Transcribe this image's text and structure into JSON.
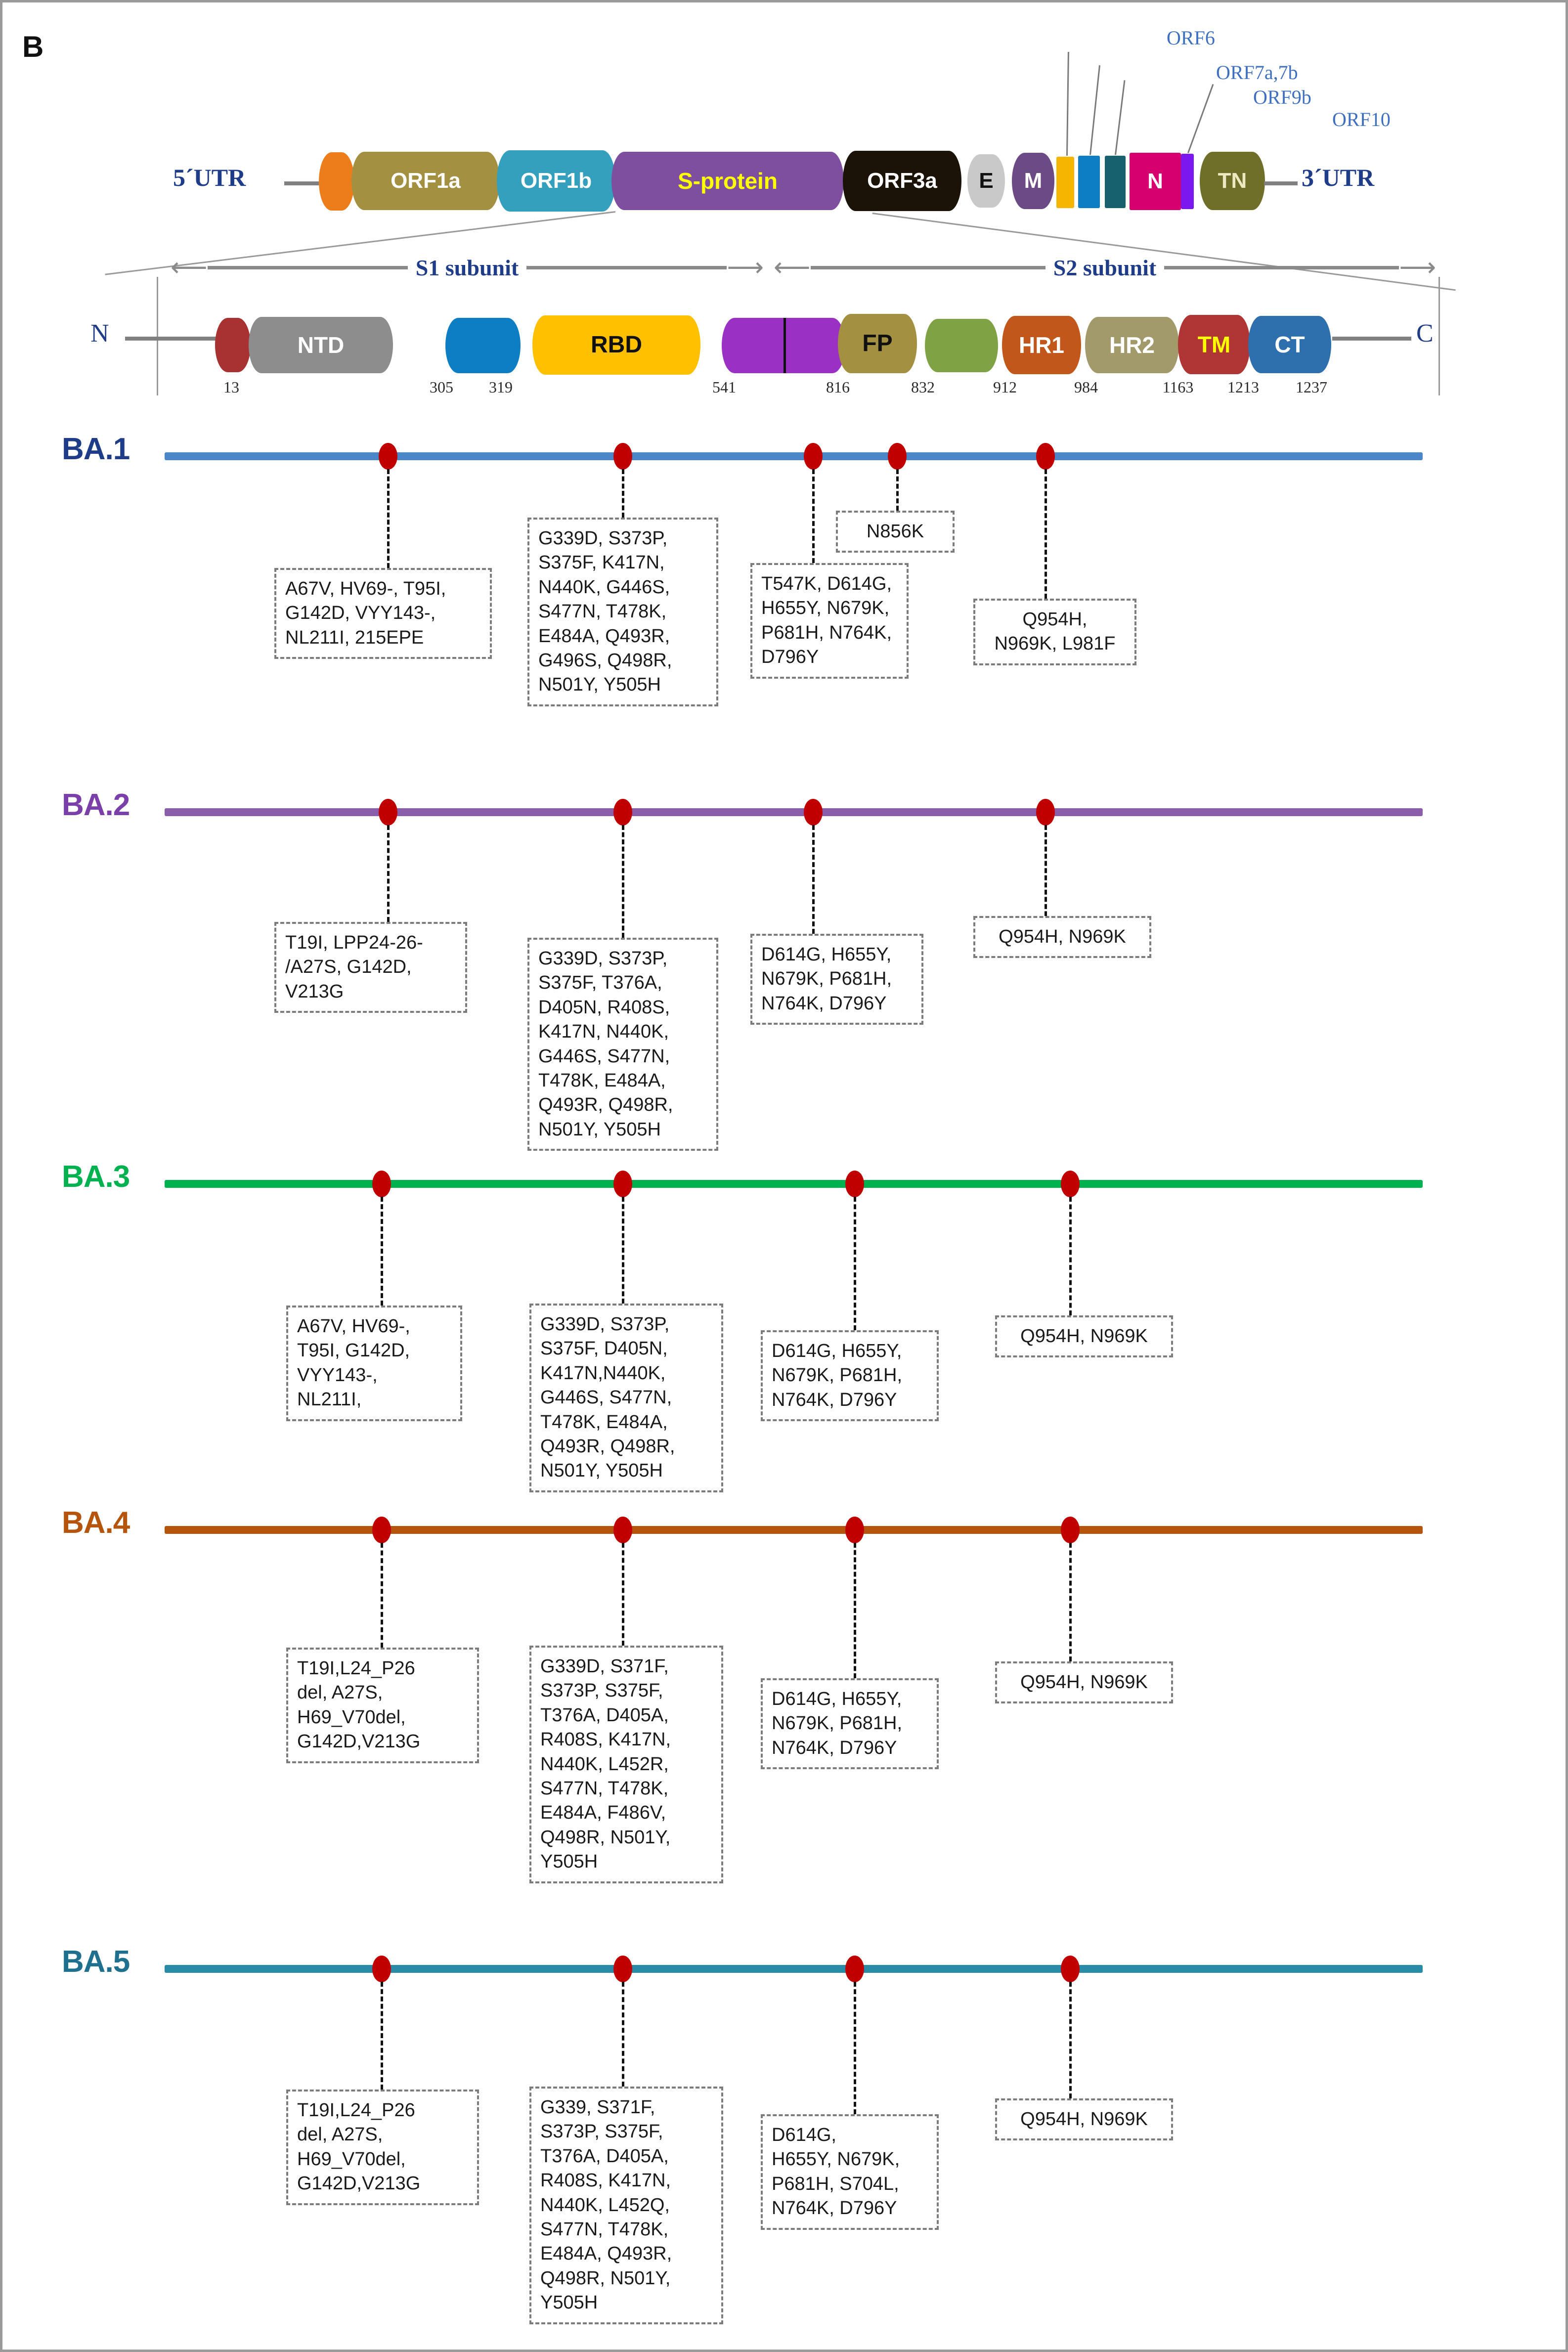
{
  "panel": {
    "letter": "B"
  },
  "genome": {
    "left_utr": "5´UTR",
    "right_utr": "3´UTR",
    "genes": [
      {
        "label": "",
        "color": "#ed7d1b",
        "text_color": "#ffffff"
      },
      {
        "label": "ORF1a",
        "color": "#a39141",
        "text_color": "#ffffff"
      },
      {
        "label": "ORF1b",
        "color": "#35a0bd",
        "text_color": "#ffffff"
      },
      {
        "label": "S-protein",
        "color": "#7d4f9e",
        "text_color": "#ffff00"
      },
      {
        "label": "ORF3a",
        "color": "#1b1208",
        "text_color": "#ffffff"
      },
      {
        "label": "E",
        "color": "#c9c9c9",
        "text_color": "#111111"
      },
      {
        "label": "M",
        "color": "#6b4a86",
        "text_color": "#ffffff"
      },
      {
        "label": "",
        "color": "#f5b500",
        "text_color": "#ffffff"
      },
      {
        "label": "",
        "color": "#0d7ec4",
        "text_color": "#ffffff"
      },
      {
        "label": "",
        "color": "#17606e",
        "text_color": "#ffffff"
      },
      {
        "label": "N",
        "color": "#d6006e",
        "text_color": "#ffffff"
      },
      {
        "label": "",
        "color": "#7b18f0",
        "text_color": "#ffffff"
      },
      {
        "label": "TN",
        "color": "#6f6f2a",
        "text_color": "#efe9c2"
      }
    ],
    "callouts": [
      "ORF6",
      "ORF7a,7b",
      "ORF9b",
      "ORF10"
    ]
  },
  "spike": {
    "n_terminus": "N",
    "c_terminus": "C",
    "subunits": [
      {
        "label": "S1 subunit"
      },
      {
        "label": "S2 subunit"
      }
    ],
    "domains": [
      {
        "label": "",
        "color": "#a83232",
        "text_color": "#ffffff"
      },
      {
        "label": "NTD",
        "color": "#8d8d8d",
        "text_color": "#ffffff"
      },
      {
        "label": "",
        "color": "#0d7ec4",
        "text_color": "#ffffff"
      },
      {
        "label": "RBD",
        "color": "#ffc000",
        "text_color": "#111111"
      },
      {
        "label": "",
        "color": "#9b30c4",
        "text_color": "#ffffff"
      },
      {
        "label": "FP",
        "color": "#a39141",
        "text_color": "#111111"
      },
      {
        "label": "",
        "color": "#7fa344",
        "text_color": "#ffffff"
      },
      {
        "label": "HR1",
        "color": "#c1571a",
        "text_color": "#ffffff"
      },
      {
        "label": "HR2",
        "color": "#a39a6b",
        "text_color": "#ffffff"
      },
      {
        "label": "TM",
        "color": "#b03636",
        "text_color": "#ffff00"
      },
      {
        "label": "CT",
        "color": "#2e6fad",
        "text_color": "#ffffff"
      }
    ],
    "positions": [
      "13",
      "305",
      "319",
      "541",
      "816",
      "832",
      "912",
      "984",
      "1163",
      "1213",
      "1237"
    ]
  },
  "variants": [
    {
      "name": "BA.1",
      "color": "#4a86c8",
      "boxes": [
        "A67V, HV69-, T95I,\nG142D, VYY143-,\nNL211I, 215EPE",
        "G339D, S373P,\nS375F, K417N,\nN440K, G446S,\nS477N, T478K,\nE484A, Q493R,\nG496S, Q498R,\nN501Y, Y505H",
        "T547K, D614G,\nH655Y, N679K,\nP681H, N764K,\nD796Y",
        "N856K",
        "Q954H,\nN969K, L981F"
      ]
    },
    {
      "name": "BA.2",
      "color": "#8a5eab",
      "boxes": [
        "T19I, LPP24-26-\n/A27S, G142D,\nV213G",
        "G339D, S373P,\nS375F, T376A,\nD405N, R408S,\nK417N, N440K,\nG446S, S477N,\nT478K, E484A,\nQ493R, Q498R,\nN501Y, Y505H",
        "D614G, H655Y,\nN679K, P681H,\nN764K, D796Y",
        "Q954H, N969K"
      ]
    },
    {
      "name": "BA.3",
      "color": "#00b14f",
      "boxes": [
        "A67V, HV69-,\nT95I, G142D,\nVYY143-,\nNL211I,",
        "G339D, S373P,\nS375F, D405N,\nK417N,N440K,\nG446S, S477N,\nT478K, E484A,\nQ493R, Q498R,\nN501Y, Y505H",
        "D614G, H655Y,\nN679K, P681H,\nN764K, D796Y",
        "Q954H, N969K"
      ]
    },
    {
      "name": "BA.4",
      "color": "#b5540c",
      "boxes": [
        "T19I,L24_P26\ndel, A27S,\nH69_V70del,\nG142D,V213G",
        "G339D, S371F,\nS373P, S375F,\nT376A, D405A,\nR408S, K417N,\nN440K, L452R,\nS477N, T478K,\nE484A, F486V,\nQ498R, N501Y,\nY505H",
        "D614G, H655Y,\nN679K, P681H,\nN764K, D796Y",
        "Q954H, N969K"
      ]
    },
    {
      "name": "BA.5",
      "color": "#2a8ba6",
      "boxes": [
        "T19I,L24_P26\ndel, A27S,\nH69_V70del,\nG142D,V213G",
        "G339, S371F,\nS373P, S375F,\nT376A, D405A,\nR408S, K417N,\nN440K, L452Q,\nS477N, T478K,\nE484A, Q493R,\nQ498R, N501Y,\nY505H",
        "D614G,\nH655Y, N679K,\nP681H, S704L,\nN764K, D796Y",
        "Q954H, N969K"
      ]
    }
  ]
}
